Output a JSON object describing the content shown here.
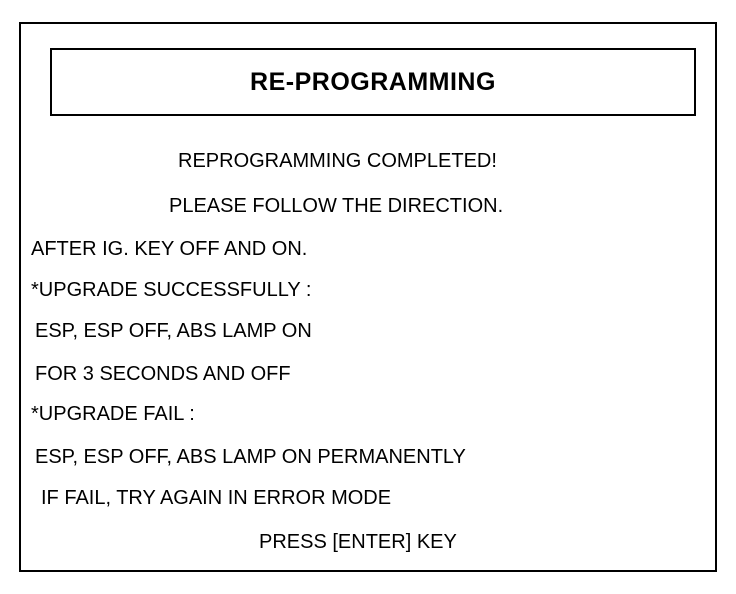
{
  "title": "RE-PROGRAMMING",
  "message": {
    "line1": "REPROGRAMMING COMPLETED!",
    "line2": "PLEASE FOLLOW THE DIRECTION.",
    "line3": "AFTER IG. KEY OFF AND ON.",
    "line4": "*UPGRADE SUCCESSFULLY :",
    "line5": "ESP, ESP OFF, ABS LAMP ON",
    "line6": "FOR 3 SECONDS AND OFF",
    "line7": "*UPGRADE FAIL :",
    "line8": "ESP, ESP OFF, ABS LAMP ON PERMANENTLY",
    "line9": "IF FAIL, TRY AGAIN IN ERROR MODE"
  },
  "prompt": "PRESS [ENTER] KEY"
}
